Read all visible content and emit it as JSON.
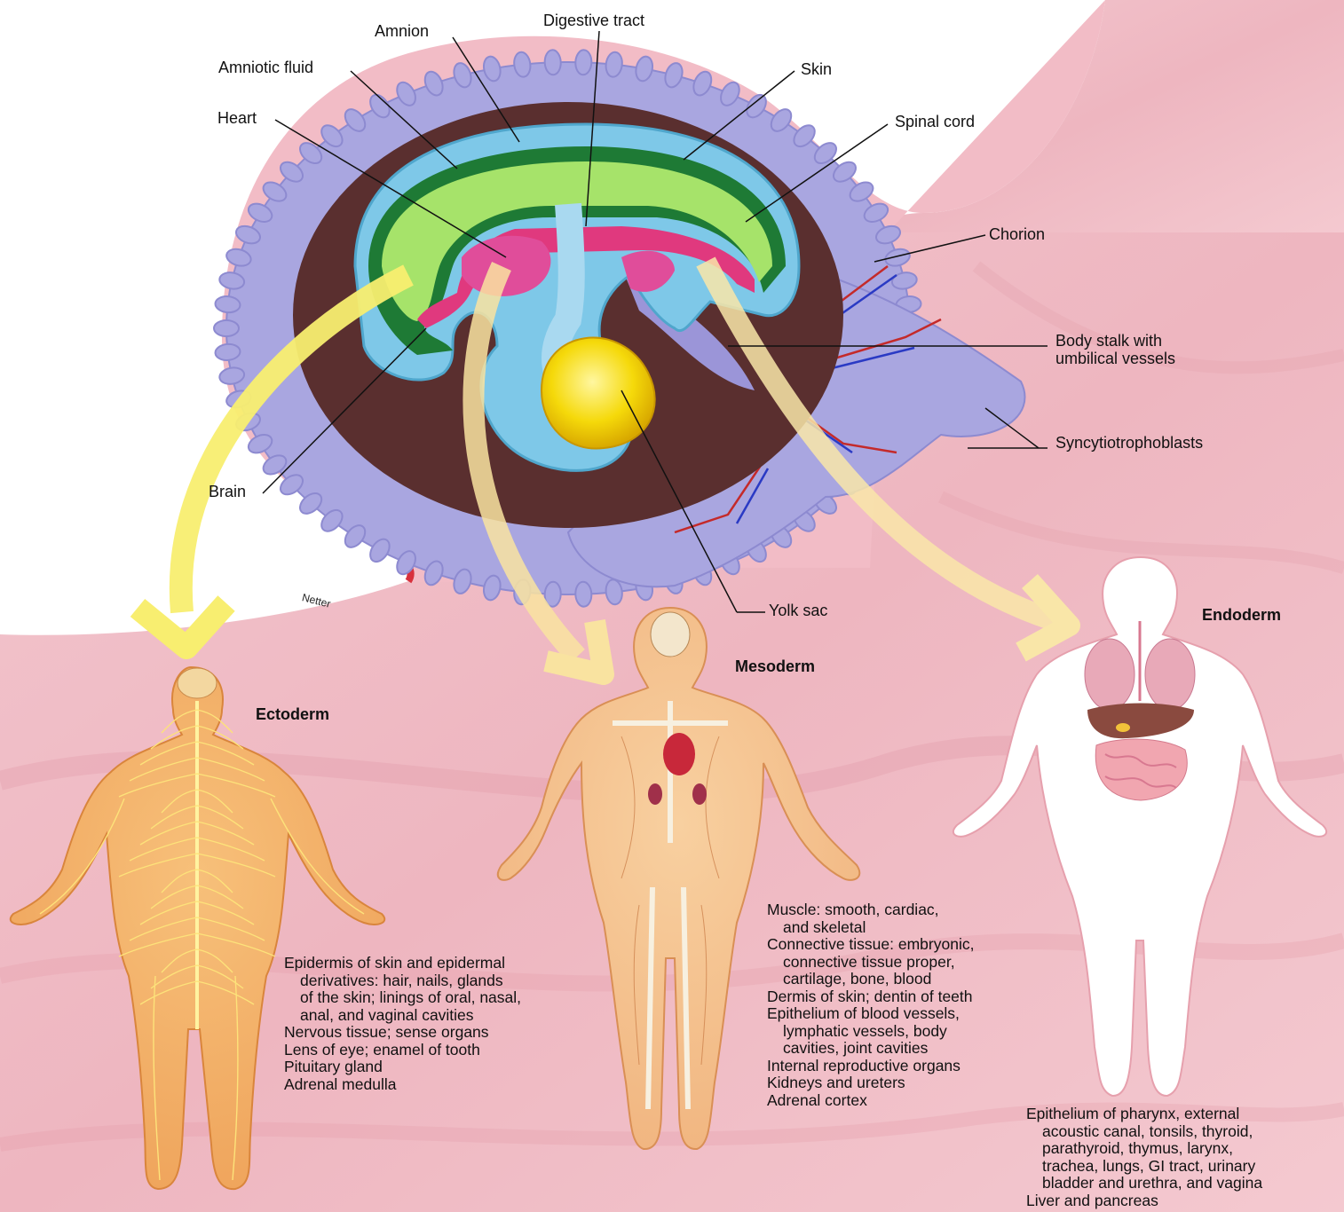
{
  "labels": {
    "amnion": "Amnion",
    "digestive_tract": "Digestive tract",
    "amniotic_fluid": "Amniotic fluid",
    "skin": "Skin",
    "heart": "Heart",
    "spinal_cord": "Spinal cord",
    "chorion": "Chorion",
    "body_stalk_line1": "Body stalk with",
    "body_stalk_line2": "umbilical vessels",
    "syncytiotrophoblasts": "Syncytiotrophoblasts",
    "brain": "Brain",
    "yolk_sac": "Yolk sac",
    "artist_signature": "Netter"
  },
  "layers": {
    "ectoderm": {
      "title": "Ectoderm",
      "derivatives": [
        "Epidermis of skin and epidermal",
        "derivatives: hair, nails, glands",
        "of the skin; linings of oral, nasal,",
        "anal, and vaginal cavities",
        "Nervous tissue; sense organs",
        "Lens of eye; enamel of tooth",
        "Pituitary gland",
        "Adrenal medulla"
      ]
    },
    "mesoderm": {
      "title": "Mesoderm",
      "derivatives": [
        "Muscle: smooth, cardiac,",
        "and skeletal",
        "Connective tissue: embryonic,",
        "connective tissue proper,",
        "cartilage, bone, blood",
        "Dermis of skin; dentin of teeth",
        "Epithelium of blood vessels,",
        "lymphatic vessels, body",
        "cavities, joint cavities",
        "Internal reproductive organs",
        "Kidneys and ureters",
        "Adrenal cortex"
      ]
    },
    "endoderm": {
      "title": "Endoderm",
      "derivatives": [
        "Epithelium of pharynx, external",
        "acoustic canal, tonsils, thyroid,",
        "parathyroid, thymus, larynx,",
        "trachea, lungs, GI tract, urinary",
        "bladder and urethra, and vagina",
        "Liver and pancreas"
      ]
    }
  }
}
